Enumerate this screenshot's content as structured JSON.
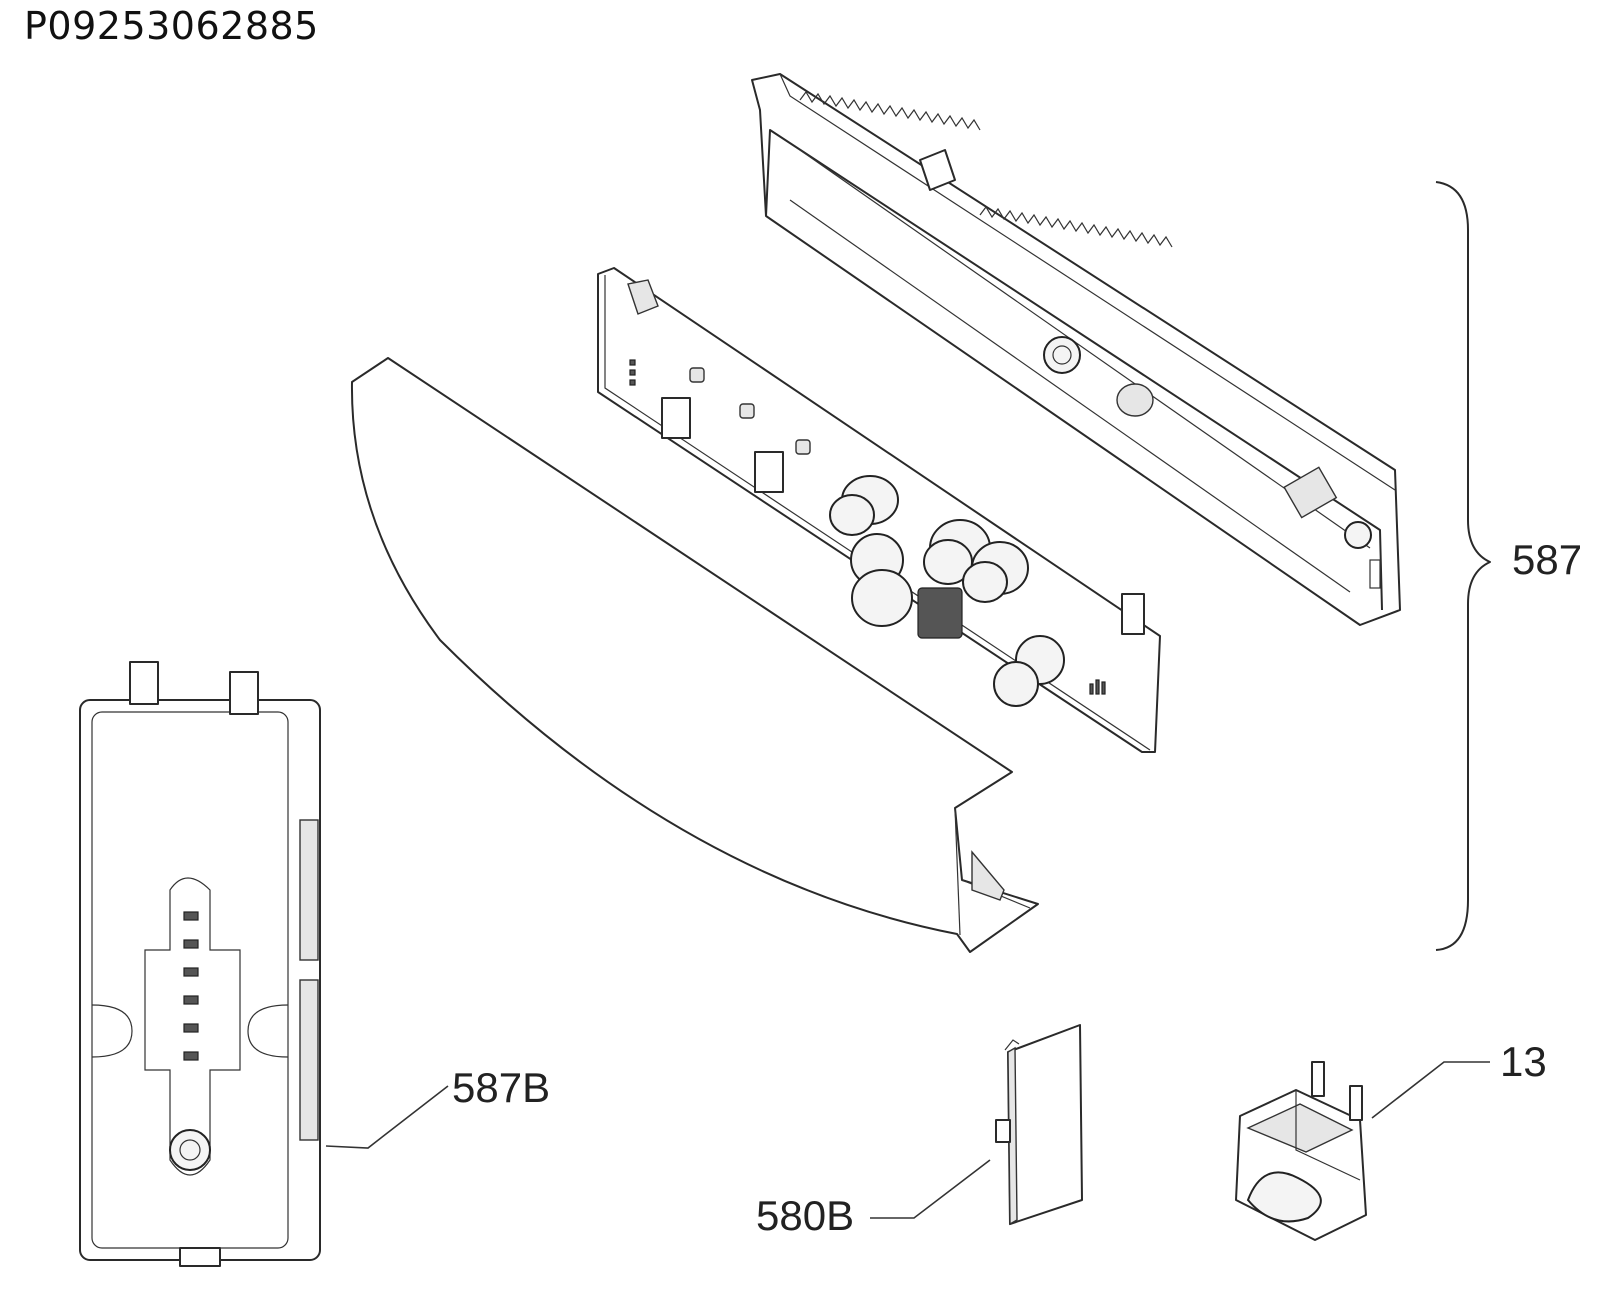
{
  "header": {
    "document_id": "P09253062885"
  },
  "callouts": {
    "assembly": "587",
    "rear_cover": "587B",
    "cover_cap": "580B",
    "switch": "13"
  }
}
